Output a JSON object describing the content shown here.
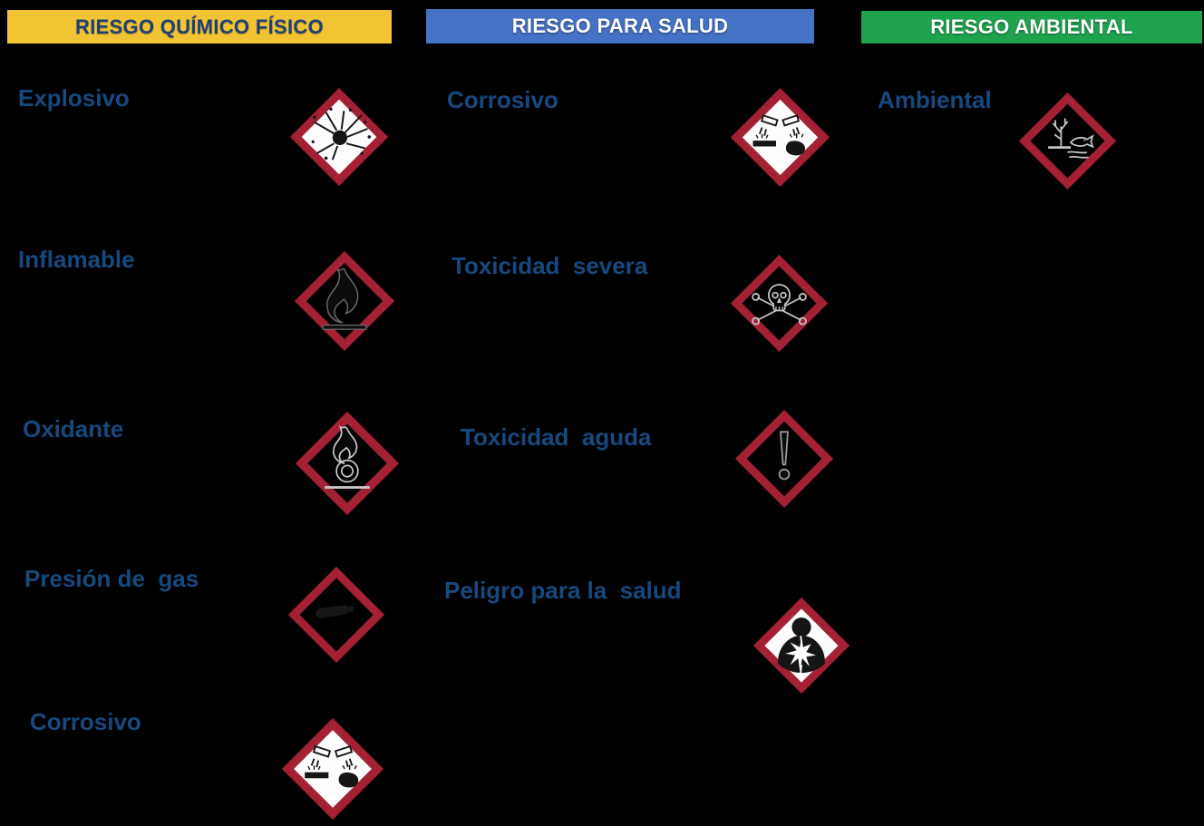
{
  "colors": {
    "background": "#000000",
    "ghs_diamond_red": "#A32035",
    "label_blue": "#16497E",
    "header_yellow_bg": "#F2C433",
    "header_yellow_text": "#1F4077",
    "header_blue_bg": "#4472C4",
    "header_green_bg": "#1FA34D",
    "header_light_text": "#FFFFFF"
  },
  "columns": [
    {
      "id": "riesgo-quimico-fisico",
      "header": {
        "label": "RIESGO QUÍMICO FÍSICO"
      },
      "items": [
        {
          "label": "Explosivo",
          "icon": "ghs-exploding-bomb-icon"
        },
        {
          "label": "Inflamable",
          "icon": "ghs-flame-icon"
        },
        {
          "label": "Oxidante",
          "icon": "ghs-flame-over-circle-icon"
        },
        {
          "label": "Presión de  gas",
          "icon": "ghs-gas-cylinder-icon"
        },
        {
          "label": "Corrosivo",
          "icon": "ghs-corrosion-icon"
        }
      ]
    },
    {
      "id": "riesgo-para-salud",
      "header": {
        "label": "RIESGO PARA SALUD"
      },
      "items": [
        {
          "label": "Corrosivo",
          "icon": "ghs-corrosion-icon"
        },
        {
          "label": "Toxicidad  severa",
          "icon": "ghs-skull-crossbones-icon"
        },
        {
          "label": "Toxicidad  aguda",
          "icon": "ghs-exclamation-icon"
        },
        {
          "label": "Peligro para la  salud",
          "icon": "ghs-health-hazard-icon"
        }
      ]
    },
    {
      "id": "riesgo-ambiental",
      "header": {
        "label": "RIESGO AMBIENTAL"
      },
      "items": [
        {
          "label": "Ambiental",
          "icon": "ghs-environment-icon"
        }
      ]
    }
  ]
}
